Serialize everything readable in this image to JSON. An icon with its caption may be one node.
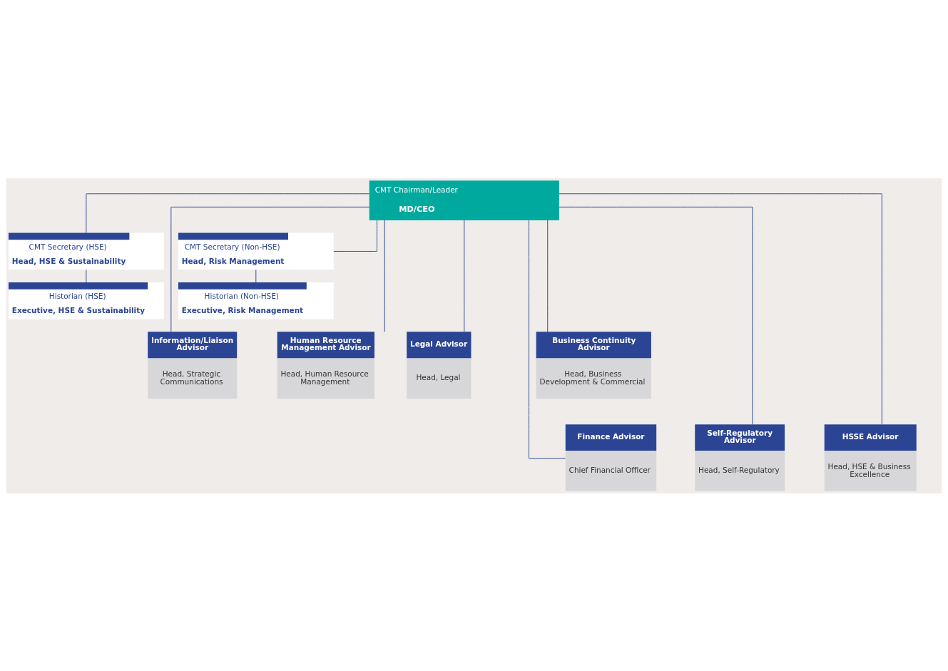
{
  "diagram": {
    "nodes": [
      {
        "text": [
          "CMT Chairman/Leader",
          "MD/CEO"
        ]
      },
      {
        "text": [
          "CMT Secretary (HSE)",
          "Head, HSE & Sustainability"
        ]
      },
      {
        "text": [
          "Historian (HSE)",
          "Executive, HSE & Sustainability"
        ]
      },
      {
        "text": [
          "CMT Secretary (Non-HSE)",
          "Head, Risk Management"
        ]
      },
      {
        "text": [
          "Historian (Non-HSE)",
          "Executive, Risk Management"
        ]
      },
      {
        "text": [
          "Information/Liaison Advisor",
          "Head, Strategic Communications"
        ]
      },
      {
        "text": [
          "Human Resource Management Advisor",
          "Head, Human Resource Management"
        ]
      },
      {
        "text": [
          "Legal Advisor",
          "Head, Legal"
        ]
      },
      {
        "text": [
          "Business Continuity Advisor",
          "Head, Business Development & Commercial"
        ]
      },
      {
        "text": [
          "Finance Advisor",
          "Chief Financial Officer"
        ]
      },
      {
        "text": [
          "Self-Regulatory Advisor",
          "Head, Self-Regulatory"
        ]
      },
      {
        "text": [
          "HSSE Advisor",
          "Head, HSE & Business Excellence"
        ]
      }
    ],
    "edges": [
      {
        "from": 0,
        "to": 1,
        "arrow": "none"
      },
      {
        "from": 1,
        "to": 2,
        "arrow": "none"
      },
      {
        "from": 0,
        "to": 3,
        "arrow": "none"
      },
      {
        "from": 3,
        "to": 4,
        "arrow": "none"
      },
      {
        "from": 0,
        "to": 5,
        "arrow": "none"
      },
      {
        "from": 0,
        "to": 6,
        "arrow": "none"
      },
      {
        "from": 0,
        "to": 7,
        "arrow": "none"
      },
      {
        "from": 0,
        "to": 8,
        "arrow": "none"
      },
      {
        "from": 0,
        "to": 9,
        "arrow": "none"
      },
      {
        "from": 0,
        "to": 10,
        "arrow": "none"
      },
      {
        "from": 0,
        "to": 11,
        "arrow": "none"
      }
    ]
  }
}
